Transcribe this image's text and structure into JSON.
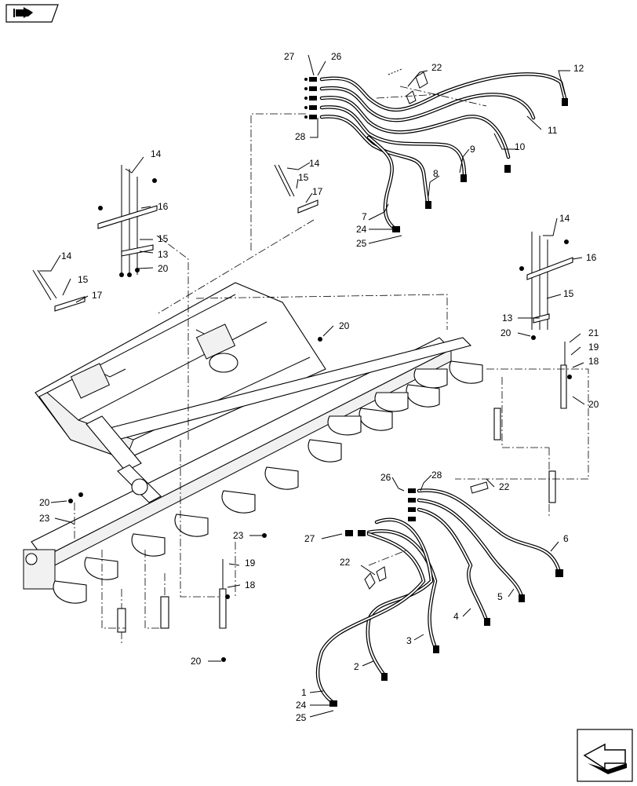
{
  "nav": {
    "top_icon": "book-arrow-icon",
    "bottom_icon": "next-page-arrow-icon"
  },
  "callouts": {
    "c1": "1",
    "c2": "2",
    "c3": "3",
    "c4": "4",
    "c5": "5",
    "c6": "6",
    "c7": "7",
    "c8": "8",
    "c9": "9",
    "c10": "10",
    "c11": "11",
    "c12": "12",
    "c13_left": "13",
    "c13_right": "13",
    "c14_a": "14",
    "c14_b": "14",
    "c14_c": "14",
    "c14_d": "14",
    "c15_a": "15",
    "c15_b": "15",
    "c15_c": "15",
    "c15_d": "15",
    "c16_left": "16",
    "c16_right": "16",
    "c17_a": "17",
    "c17_b": "17",
    "c18_right": "18",
    "c18_lower": "18",
    "c19_right": "19",
    "c19_lower": "19",
    "c20_a": "20",
    "c20_b": "20",
    "c20_c": "20",
    "c20_d": "20",
    "c20_e": "20",
    "c20_f": "20",
    "c21": "21",
    "c22_top": "22",
    "c22_mid": "22",
    "c22_low": "22",
    "c23_left": "23",
    "c23_mid": "23",
    "c24_top": "24",
    "c24_low": "24",
    "c25_top": "25",
    "c25_low": "25",
    "c26_top": "26",
    "c26_low": "26",
    "c27_top": "27",
    "c27_low": "27",
    "c28_top": "28",
    "c28_low": "28"
  }
}
